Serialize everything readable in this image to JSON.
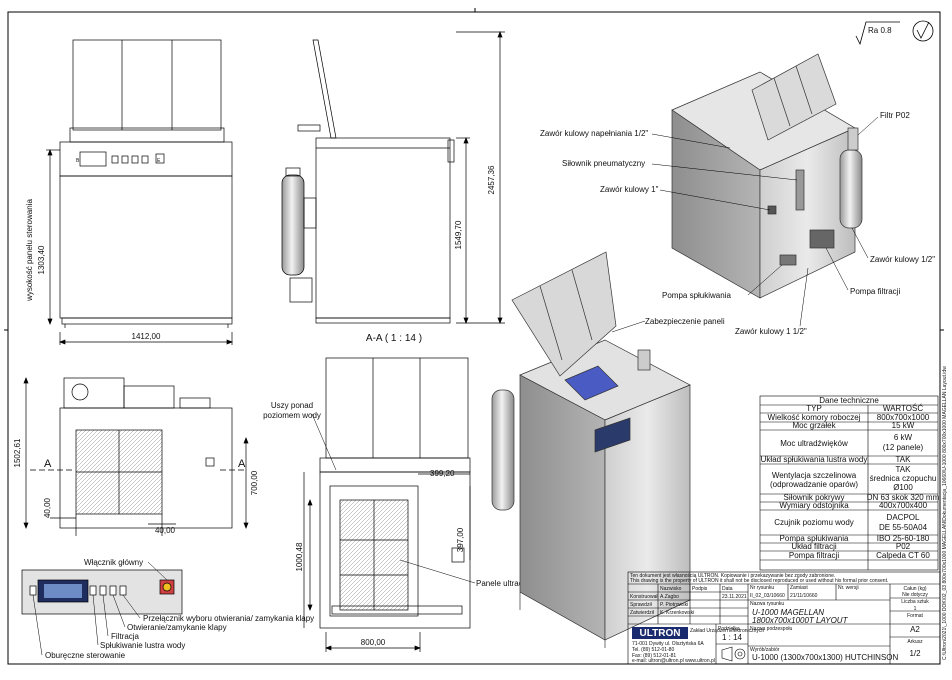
{
  "roughness": "Ra 0.8",
  "section_title": "A-A ( 1 : 14 )",
  "section_marker": "A",
  "dims": {
    "width_front": "1412,00",
    "height_total": "2457,36",
    "height_mid": "1549,70",
    "panel_height": "1303,40",
    "panel_height_label": "wysokość panelu sterowania",
    "plan_depth": "1502,61",
    "plan_a": "700,00",
    "plan_b": "40,00",
    "plan_c": "40,00",
    "section_right": "399,20",
    "section_397": "397,00",
    "section_height": "1000,48",
    "section_width": "800,00"
  },
  "callouts": {
    "zawor_napelniania": "Zawór kulowy napełniania 1/2\"",
    "silownik": "Siłownik pneumatyczny",
    "zawor_1": "Zawór kulowy 1\"",
    "filtr": "Filtr P02",
    "zawor_half": "Zawór kulowy 1/2\"",
    "pompa_filtracji": "Pompa filtracji",
    "pompa_splukiwania": "Pompa spłukiwania",
    "zawor_1_half": "Zawór kulowy 1 1/2\"",
    "zabezpieczenie": "Zabezpieczenie paneli",
    "usz_1": "Uszy ponad",
    "usz_2": "poziomem wody",
    "panele": "Panele ultradźwiękowe",
    "wlacznik": "Włącznik główny",
    "przelacznik": "Przełącznik wyboru otwierania/ zamykania klapy",
    "otwieranie": "Otwieranie/zamykanie klapy",
    "filtracja": "Filtracja",
    "splukiwanie": "Spłukiwanie lustra wody",
    "oburęczne": "Oburęczne sterowanie"
  },
  "tech": {
    "title": "Dane techniczne",
    "header": [
      "TYP",
      "WARTOŚĆ"
    ],
    "rows": [
      [
        "Wielkość komory roboczej",
        "800x700x1000"
      ],
      [
        "Moc grzałek",
        "15 kW"
      ],
      [
        "Moc ultradźwięków",
        "6 kW",
        "(12 panele)"
      ],
      [
        "Układ spłukiwania lustra wody",
        "TAK"
      ],
      [
        "Wentylacja szczelinowa",
        "(odprowadzanie oparów)",
        "TAK",
        "średnica czopuchu",
        "Ø100"
      ],
      [
        "Siłownik pokrywy",
        "DN 63 skok 320 mm"
      ],
      [
        "Wymiary odstojnika",
        "400x700x400"
      ],
      [
        "Czujnik poziomu wody",
        "DACPOL",
        "DE 55-50A04"
      ],
      [
        "Pompa spłukiwania",
        "IBO 25-60-180"
      ],
      [
        "Układ filtracji",
        "P02"
      ],
      [
        "Pompa filtracji",
        "Calpeda CT 60"
      ]
    ]
  },
  "title_block": {
    "notice_pl": "Ten dokument jest własnością ULTRON. Kopiowanie i przekazywanie bez zgody zabronione.",
    "notice_en": "This drawing is the property of ULTRON it shall not be disclosed reproduced or used without his formal prior consent.",
    "col_nazwisko": "Nazwisko",
    "col_podpis": "Podpis",
    "col_data": "Data",
    "rows": [
      [
        "Konstruował",
        "A.Zagbo",
        "23.11.2021"
      ],
      [
        "Sprawdził",
        "P. Piotrowski",
        ""
      ],
      [
        "Zatwierdził",
        "K. Krzenkowski",
        ""
      ]
    ],
    "drawing_no_label": "Nr rysunku",
    "drawing_no": "II_02_03/10660",
    "replaces_label": "Zamiast",
    "replaces": "21/11/10660",
    "ref_label": "Nr. wersji",
    "scale_label": "Podziałka",
    "scale": "1 : 14",
    "name_label": "Nazwa rysunku",
    "name_line1": "U-1000 MAGELLAN",
    "name_line2": "1800x700x1000T LAYOUT",
    "material_label": "Nazwa podzespołu",
    "company": "ULTRON",
    "company_sub": "Zakład Urządzeń Elektronicznych",
    "company_addr": "71-001 Dywity ul. Olsztyńska 6A",
    "company_tel": "Tel. (89) 512-01-80",
    "company_fax": "Fax: (89) 512-01-81",
    "company_mail": "e-mail: ultron@ultron.pl www.ultron.pl",
    "product_label": "Wyrób/zabiór",
    "product": "U-1000 (1300x700x1300) HUTCHINSON",
    "surface_label": "Całun (kg)",
    "surface": "Nie dotyczy",
    "qty_label": "Liczba sztuk",
    "qty": "1",
    "format_label": "Format",
    "format": "A2",
    "sheet_label": "Arkusz",
    "sheet": "1/2"
  },
  "side_path": "C:\\Ultron\\2021\\_1000 DOK\\02_03 800x700x1000 MAGELLAN\\Dokumentacja_10660\\U-1000 800x700x1000 MAGELLAN Layout.idw"
}
